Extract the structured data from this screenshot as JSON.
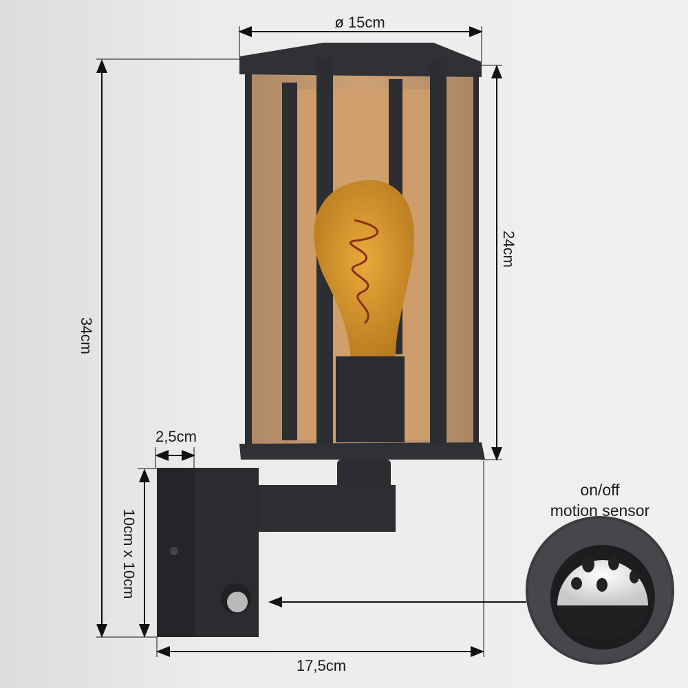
{
  "dimensions": {
    "diameter": "ø 15cm",
    "glass_height": "24cm",
    "total_height": "34cm",
    "base_depth": "2,5cm",
    "base_size": "10cm x 10cm",
    "projection": "17,5cm"
  },
  "callout": {
    "line1": "on/off",
    "line2": "motion sensor"
  },
  "colors": {
    "wall": "#e9e9e9",
    "frame": "#2c2e31",
    "glass": "#b98a5c",
    "bulb": "#d99a2e"
  }
}
